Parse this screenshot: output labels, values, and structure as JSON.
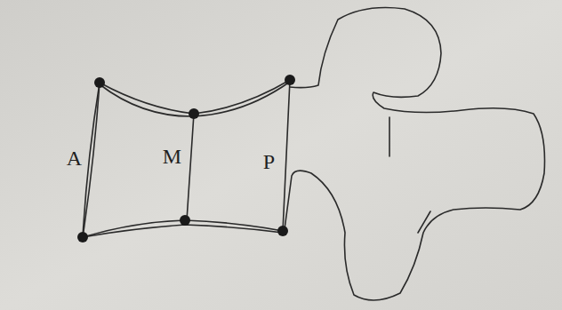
{
  "diagram": {
    "labels": [
      "A",
      "M",
      "P"
    ]
  }
}
